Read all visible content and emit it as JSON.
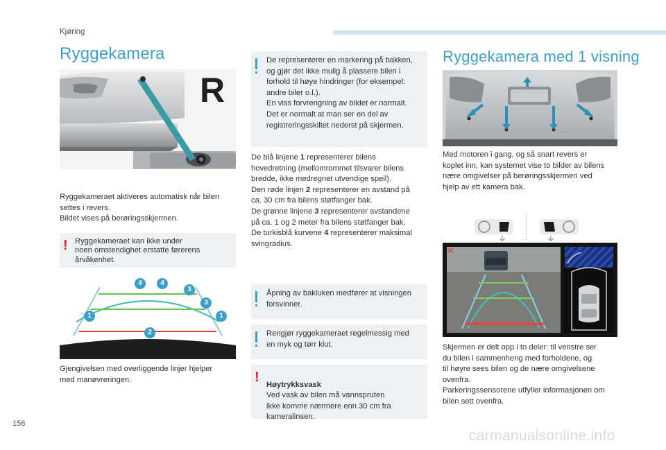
{
  "header": {
    "section": "Kjøring",
    "page_number": "158"
  },
  "col1": {
    "title": "Ryggekamera",
    "gear_letter": "R",
    "para1": "Ryggekameraet aktiveres automatisk når bilen\nsettes i revers.\nBildet vises på berøringsskjermen.",
    "warning": "Ryggekameraet kan ikke under\nnoen omstendighet erstatte førerens\nårvåkenhet.",
    "caption": "Gjengivelsen med overliggende linjer hjelper\nmed manøvreringen.",
    "diagram_labels": [
      "1",
      "1",
      "2",
      "3",
      "3",
      "4",
      "4"
    ]
  },
  "col2": {
    "info1": "De representerer en markering på bakken,\nog gjør det ikke mulig å plassere bilen i\nforhold til høye hindringer (for eksempel:\nandre biler o.l.).\nEn viss forvrengning av bildet er normalt.\nDet er normalt at man ser en del av\nregistreringsskiltet nederst på skjermen.",
    "para_pre1": "De blå linjene ",
    "para_b1": "1",
    "para_post1": " representerer bilens\nhovedretning (mellomrommet tilsvarer bilens\nbredde, ikke medregnet utvendige speil).\nDen røde linjen ",
    "para_b2": "2",
    "para_post2": " representerer en avstand på\nca. 30 cm fra bilens støtfanger bak.\nDe grønne linjene ",
    "para_b3": "3",
    "para_post3": " representerer avstandene\npå ca. 1 og 2 meter fra bilens støtfanger bak.\nDe turkisblå kurvene ",
    "para_b4": "4",
    "para_post4": " representerer maksimal\nsvingradius.",
    "info2": "Åpning av bakluken medfører at visningen\nforsvinner.",
    "info3": "Rengjør ryggekameraet regelmessig med\nen myk og tørr klut.",
    "warn_title": "Høytrykksvask",
    "warn_text": "Ved vask av bilen må vannspruten\nikke komme nærmere enn 30 cm fra\nkameralinsen."
  },
  "col3": {
    "title": "Ryggekamera med 1 visning",
    "para1": "Med motoren i gang, og så snart revers er\nkoplet inn, kan systemet vise to bilder av bilens\nnære omgivelser på berøringsskjermen ved\nhjelp av ett kamera bak.",
    "para2": "Skjermen er delt opp i to deler: til venstre ser\ndu bilen i sammenheng med forholdene, og\ntil høyre sees bilen og de nære omgivelsene\novenfra.\nParkeringssensorene utfyller informasjonen om\nbilen sett ovenfra.",
    "close_symbol": "✕"
  },
  "footer": {
    "watermark": "carmanualsonline.info"
  },
  "colors": {
    "accent": "#3aa0c8",
    "warning": "#d82630",
    "note_bg": "#eef1f3"
  }
}
